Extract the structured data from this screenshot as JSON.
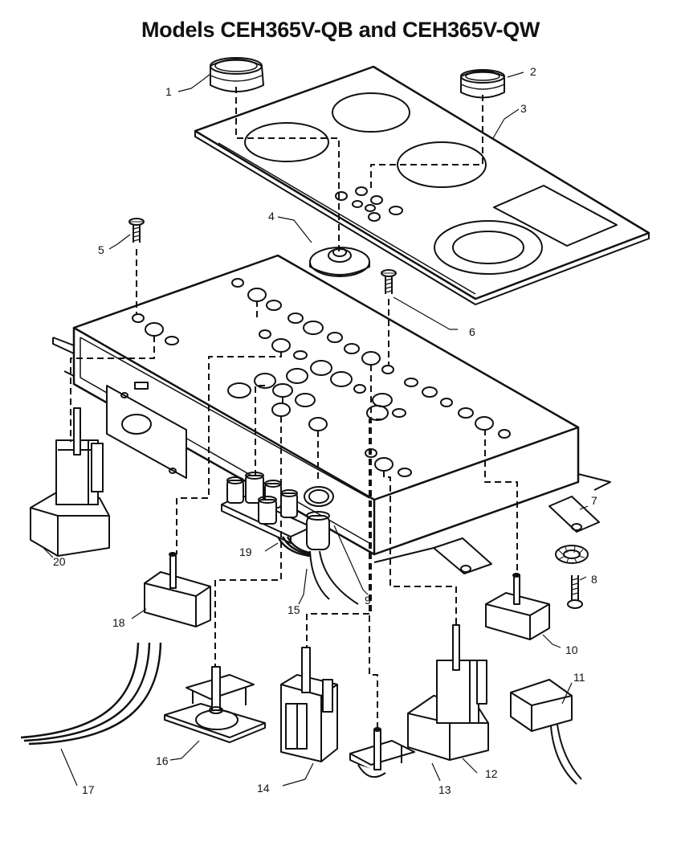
{
  "title": "Models CEH365V-QB and CEH365V-QW",
  "callouts": [
    {
      "number": "1",
      "part": "knob"
    },
    {
      "number": "2",
      "part": "knob"
    },
    {
      "number": "3",
      "part": "glass cooktop"
    },
    {
      "number": "4",
      "part": "indicator lamp"
    },
    {
      "number": "5",
      "part": "screw"
    },
    {
      "number": "6",
      "part": "screw"
    },
    {
      "number": "7",
      "part": "bracket"
    },
    {
      "number": "8",
      "part": "screw and washer"
    },
    {
      "number": "9",
      "part": "indicator light"
    },
    {
      "number": "10",
      "part": "switch"
    },
    {
      "number": "11",
      "part": "power block"
    },
    {
      "number": "12",
      "part": "switch"
    },
    {
      "number": "13",
      "part": "switch"
    },
    {
      "number": "14",
      "part": "switch"
    },
    {
      "number": "15",
      "part": "harness"
    },
    {
      "number": "16",
      "part": "switch"
    },
    {
      "number": "17",
      "part": "wire harness"
    },
    {
      "number": "18",
      "part": "switch"
    },
    {
      "number": "19",
      "part": "terminal block"
    },
    {
      "number": "20",
      "part": "switch"
    }
  ]
}
